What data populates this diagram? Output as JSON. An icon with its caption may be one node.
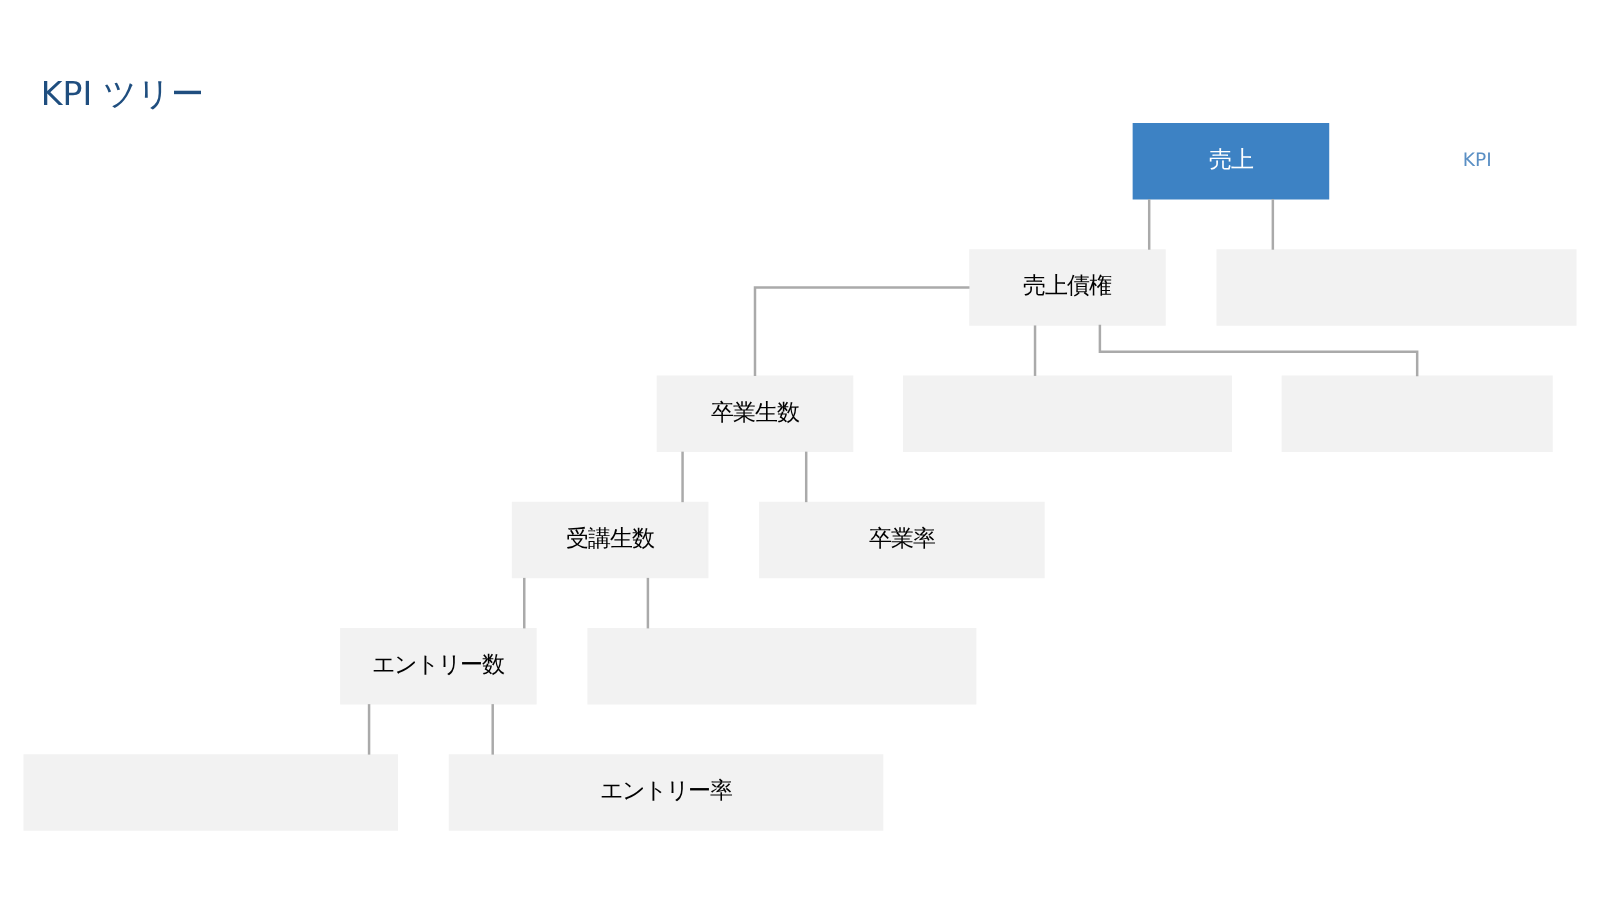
{
  "diagram": {
    "title": "KPI ツリー",
    "nodes": [
      {
        "text": [
          "売上"
        ]
      },
      {
        "text": [
          "売上債権"
        ]
      },
      {
        "text": [],
        "shape": "box"
      },
      {
        "text": [
          "卒業生数"
        ]
      },
      {
        "text": [],
        "shape": "box"
      },
      {
        "text": [],
        "shape": "box"
      },
      {
        "text": [
          "受講生数"
        ]
      },
      {
        "text": [
          "卒業率"
        ]
      },
      {
        "text": [
          "エントリー数"
        ]
      },
      {
        "text": [],
        "shape": "box"
      },
      {
        "text": [],
        "shape": "box"
      },
      {
        "text": [
          "エントリー率"
        ]
      }
    ],
    "edges": [
      {
        "from": 0,
        "to": 1,
        "arrow": "none"
      },
      {
        "from": 0,
        "to": 2,
        "arrow": "none"
      },
      {
        "from": 1,
        "to": 3,
        "arrow": "none"
      },
      {
        "from": 1,
        "to": 4,
        "arrow": "none"
      },
      {
        "from": 1,
        "to": 5,
        "arrow": "none"
      },
      {
        "from": 3,
        "to": 6,
        "arrow": "none"
      },
      {
        "from": 3,
        "to": 7,
        "arrow": "none"
      },
      {
        "from": 6,
        "to": 8,
        "arrow": "none"
      },
      {
        "from": 6,
        "to": 9,
        "arrow": "none"
      },
      {
        "from": 8,
        "to": 10,
        "arrow": "none"
      },
      {
        "from": 8,
        "to": 11,
        "arrow": "none"
      }
    ],
    "labels": [
      "KPI"
    ]
  }
}
